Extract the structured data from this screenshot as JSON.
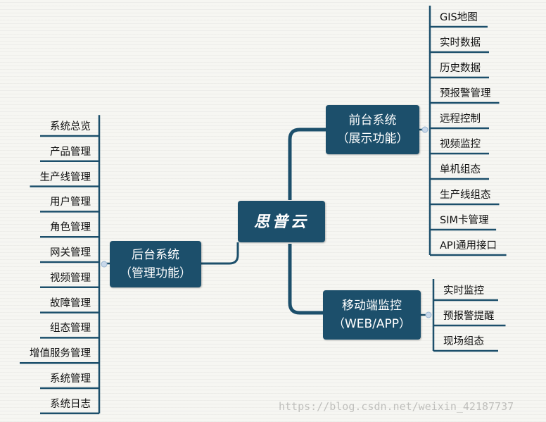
{
  "root": "思普云",
  "front": {
    "title": "前台系统",
    "subtitle": "（展示功能）",
    "items": [
      "GIS地图",
      "实时数据",
      "历史数据",
      "预报警管理",
      "远程控制",
      "视频监控",
      "单机组态",
      "生产线组态",
      "SIM卡管理",
      "API通用接口"
    ]
  },
  "back": {
    "title": "后台系统",
    "subtitle": "（管理功能）",
    "items": [
      "系统总览",
      "产品管理",
      "生产线管理",
      "用户管理",
      "角色管理",
      "网关管理",
      "视频管理",
      "故障管理",
      "组态管理",
      "增值服务管理",
      "系统管理",
      "系统日志"
    ]
  },
  "mobile": {
    "title": "移动端监控",
    "subtitle": "（WEB/APP）",
    "items": [
      "实时监控",
      "预报警提醒",
      "现场组态"
    ]
  },
  "colors": {
    "node": "#1c4f6b",
    "line": "#1c4f6b",
    "background": "#f6f6f2",
    "joint": "#c8d8ea"
  },
  "watermark": "https://blog.csdn.net/weixin_42187737"
}
